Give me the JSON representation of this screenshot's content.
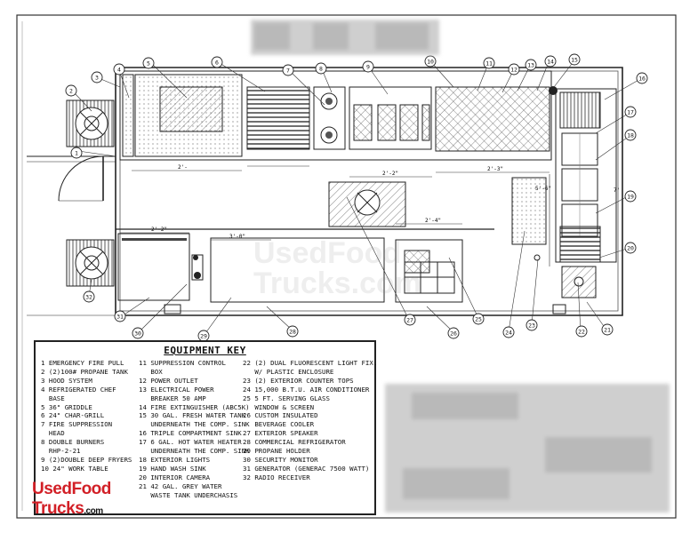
{
  "title": "EQUIPMENT KEY",
  "watermark": {
    "line1": "UsedFood",
    "line2": "Trucks.com"
  },
  "logo": {
    "used": "Used",
    "food": "Food",
    "trucks": "Trucks",
    "com": ".com"
  },
  "colors": {
    "line": "#222222",
    "logo_red": "#d21f26",
    "hatch": "#555555",
    "blur": "#c8c8c8"
  },
  "equipment_key": {
    "col1": [
      "1 EMERGENCY FIRE PULL",
      "2 (2)100# PROPANE TANK",
      "3 HOOD SYSTEM",
      "4 REFRIGERATED CHEF",
      "  BASE",
      "5 36\" GRIDDLE",
      "6 24\" CHAR-GRILL",
      "7 FIRE SUPPRESSION",
      "  HEAD",
      "8 DOUBLE BURNERS",
      "  RHP-2-21",
      "9 (2)DOUBLE DEEP FRYERS",
      "10 24\" WORK TABLE"
    ],
    "col2": [
      "11 SUPPRESSION CONTROL",
      "   BOX",
      "12 POWER OUTLET",
      "13 ELECTRICAL POWER",
      "   BREAKER 50 AMP",
      "14 FIRE EXTINGUISHER (ABC5K)",
      "15 30 GAL. FRESH WATER TANK",
      "   UNDERNEATH THE COMP. SINK",
      "16 TRIPLE COMPARTMENT SINK",
      "17 6 GAL. HOT WATER HEATER",
      "   UNDERNEATH THE COMP. SINK",
      "18 EXTERIOR LIGHTS",
      "19 HAND WASH SINK",
      "20 INTERIOR CAMERA",
      "21 42 GAL. GREY WATER",
      "   WASTE TANK UNDERCHASIS"
    ],
    "col3": [
      "22 (2) DUAL FLUORESCENT LIGHT FIX.",
      "   W/ PLASTIC ENCLOSURE",
      "23 (2) EXTERIOR COUNTER TOPS",
      "24 15,000 B.T.U. AIR CONDITIONER",
      "25 5 FT. SERVING GLASS",
      "   WINDOW & SCREEN",
      "26 CUSTOM INSULATED",
      "   BEVERAGE COOLER",
      "27 EXTERIOR SPEAKER",
      "28 COMMERCIAL REFRIGERATOR",
      "29 PROPANE HOLDER",
      "30 SECURITY MONITOR",
      "31 GENERATOR (GENERAC 7500 WATT)",
      "32 RADIO RECEIVER"
    ]
  },
  "dimensions": [
    "2'-",
    "2'-2\"",
    "3'-0\"",
    "2'-4\"",
    "2'-2\"",
    "2'-3\"",
    "5'-6\"",
    "7'"
  ],
  "callouts": [
    "1",
    "2",
    "3",
    "4",
    "5",
    "6",
    "7",
    "8",
    "9",
    "10",
    "11",
    "12",
    "13",
    "14",
    "15",
    "16",
    "17",
    "18",
    "19",
    "20",
    "21",
    "22",
    "23",
    "24",
    "25",
    "26",
    "27",
    "28",
    "29",
    "30",
    "31",
    "32"
  ]
}
